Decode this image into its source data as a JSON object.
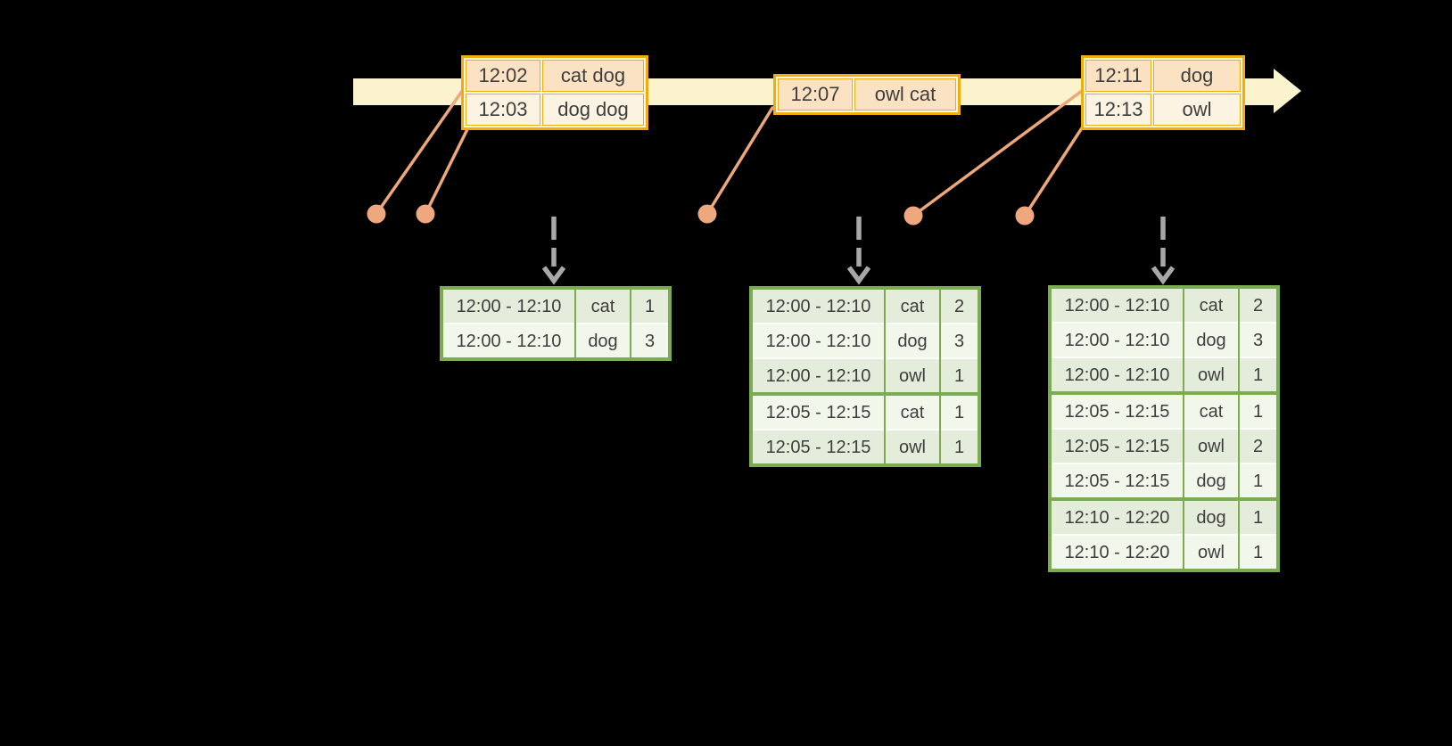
{
  "colors": {
    "background": "#000000",
    "timeline_band": "#fbf2ce",
    "event_table_border": "#f0ad0b",
    "event_row_peach": "#fbe2c2",
    "event_row_peach_light": "#fdf3e3",
    "marker_salmon": "#eda77d",
    "trigger_arrow_gray": "#a8a8a8",
    "result_table_border": "#7bac4f",
    "result_row_tint": "#e4eddb",
    "result_row_light": "#f2f7ec",
    "text": "#3e3e3e"
  },
  "icons": {
    "timeline_arrowhead": "right-arrowhead",
    "event_marker": "dot",
    "trigger": "dashed-down-arrow"
  },
  "timeline": {
    "event_tables": [
      {
        "rows": [
          {
            "time": "12:02",
            "words": "cat dog"
          },
          {
            "time": "12:03",
            "words": "dog dog"
          }
        ]
      },
      {
        "rows": [
          {
            "time": "12:07",
            "words": "owl cat"
          }
        ]
      },
      {
        "rows": [
          {
            "time": "12:11",
            "words": "dog"
          },
          {
            "time": "12:13",
            "words": "owl"
          }
        ]
      }
    ]
  },
  "result_tables": [
    {
      "rows": [
        {
          "window": "12:00 - 12:10",
          "word": "cat",
          "count": "1"
        },
        {
          "window": "12:00 - 12:10",
          "word": "dog",
          "count": "3"
        }
      ]
    },
    {
      "rows": [
        {
          "window": "12:00 - 12:10",
          "word": "cat",
          "count": "2"
        },
        {
          "window": "12:00 - 12:10",
          "word": "dog",
          "count": "3"
        },
        {
          "window": "12:00 - 12:10",
          "word": "owl",
          "count": "1"
        },
        {
          "window": "12:05 - 12:15",
          "word": "cat",
          "count": "1"
        },
        {
          "window": "12:05 - 12:15",
          "word": "owl",
          "count": "1"
        }
      ]
    },
    {
      "rows": [
        {
          "window": "12:00 - 12:10",
          "word": "cat",
          "count": "2"
        },
        {
          "window": "12:00 - 12:10",
          "word": "dog",
          "count": "3"
        },
        {
          "window": "12:00 - 12:10",
          "word": "owl",
          "count": "1"
        },
        {
          "window": "12:05 - 12:15",
          "word": "cat",
          "count": "1"
        },
        {
          "window": "12:05 - 12:15",
          "word": "owl",
          "count": "2"
        },
        {
          "window": "12:05 - 12:15",
          "word": "dog",
          "count": "1"
        },
        {
          "window": "12:10 - 12:20",
          "word": "dog",
          "count": "1"
        },
        {
          "window": "12:10 - 12:20",
          "word": "owl",
          "count": "1"
        }
      ]
    }
  ]
}
